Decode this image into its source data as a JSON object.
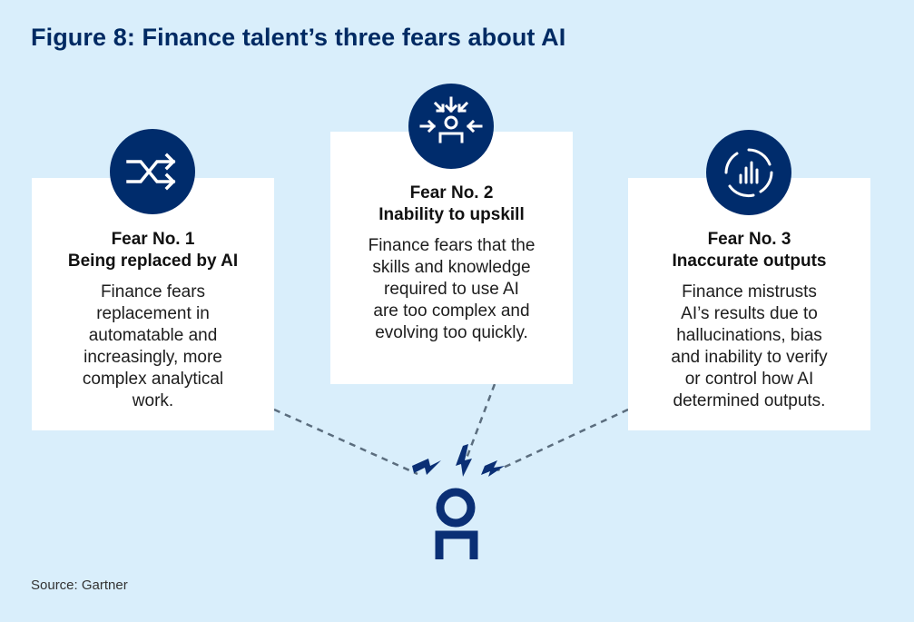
{
  "title": "Figure 8: Finance talent’s three fears about AI",
  "fears": [
    {
      "number": "Fear No. 1",
      "heading": "Being replaced by AI",
      "body": [
        "Finance fears",
        "replacement in",
        "automatable and",
        "increasingly, more",
        "complex analytical",
        "work."
      ],
      "icon": "shuffle-icon"
    },
    {
      "number": "Fear No. 2",
      "heading": "Inability to upskill",
      "body": [
        "Finance fears that the",
        "skills and knowledge",
        "required to use AI",
        "are too complex and",
        "evolving too quickly."
      ],
      "icon": "converging-arrows-person-icon"
    },
    {
      "number": "Fear No. 3",
      "heading": "Inaccurate outputs",
      "body": [
        "Finance mistrusts",
        "AI’s results due to",
        "hallucinations, bias",
        "and inability to verify",
        "or control how AI",
        "determined outputs."
      ],
      "icon": "circular-chart-icon"
    }
  ],
  "center_icon": "stressed-person-icon",
  "source": "Source: Gartner",
  "colors": {
    "background": "#d9eefb",
    "navy": "#002c6c",
    "title": "#002a63",
    "dashed_line": "#5b6d7e"
  }
}
